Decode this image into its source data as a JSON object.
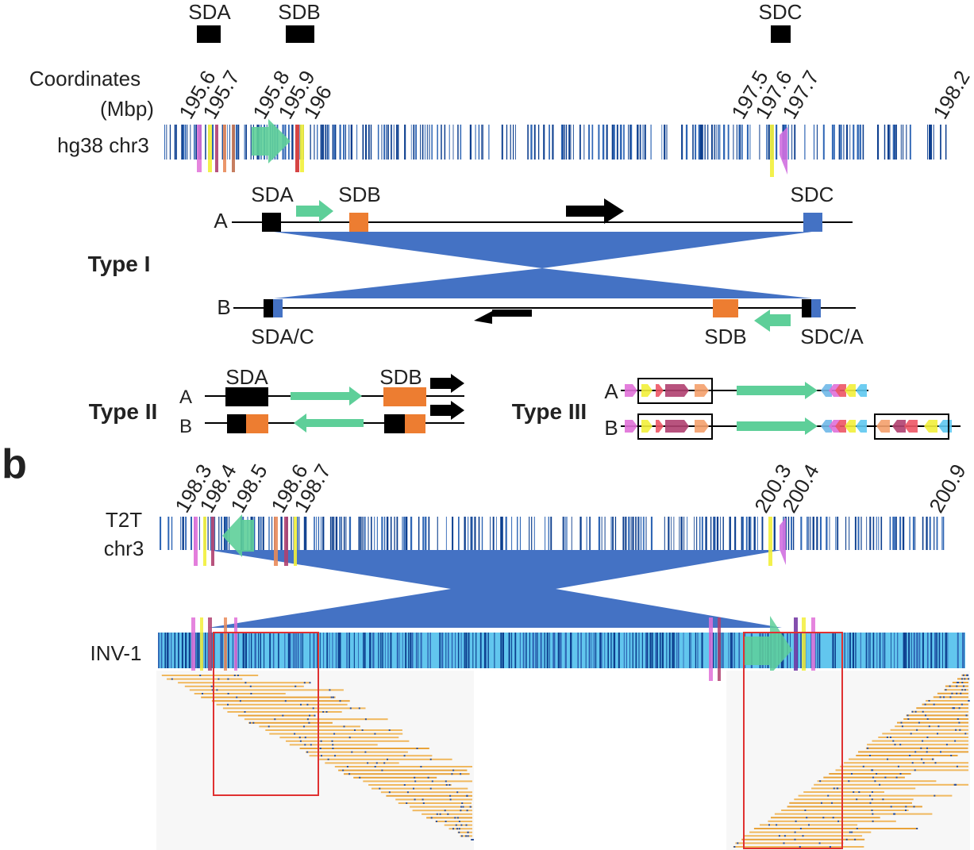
{
  "colors": {
    "track_bg": "#4a78c4",
    "track_line": "#0d3f8f",
    "inv_bg": "#62c6ee",
    "inversion": "#4472c4",
    "sd_green": "#5ecf99",
    "sd_orange": "#ed7d31",
    "sd_black": "#000000",
    "sd_blue": "#4472c4",
    "highlight_red": "#e03131"
  },
  "top_sd_labels": [
    "SDA",
    "SDB",
    "SDC"
  ],
  "coord_label": [
    "Coordinates",
    "(Mbp)"
  ],
  "hg38_label": "hg38 chr3",
  "hg38_ticks": [
    "195.6",
    "195.7",
    "195.8",
    "195.9",
    "196",
    "197.5",
    "197.6",
    "197.7",
    "198.2"
  ],
  "type1": {
    "title": "Type I",
    "row_a": "A",
    "row_b": "B",
    "sda": "SDA",
    "sdb": "SDB",
    "sdc": "SDC",
    "sda_c": "SDA/C",
    "sdb_b": "SDB",
    "sdc_a": "SDC/A"
  },
  "type2": {
    "title": "Type II",
    "row_a": "A",
    "row_b": "B",
    "sda": "SDA",
    "sdb": "SDB"
  },
  "type3": {
    "title": "Type III",
    "row_a": "A",
    "row_b": "B"
  },
  "panel_b": "b",
  "t2t_label": [
    "T2T",
    "chr3"
  ],
  "t2t_ticks": [
    "198.3",
    "198.4",
    "198.5",
    "198.6",
    "198.7",
    "200.3",
    "200.4",
    "200.9"
  ],
  "inv_label": "INV-1"
}
